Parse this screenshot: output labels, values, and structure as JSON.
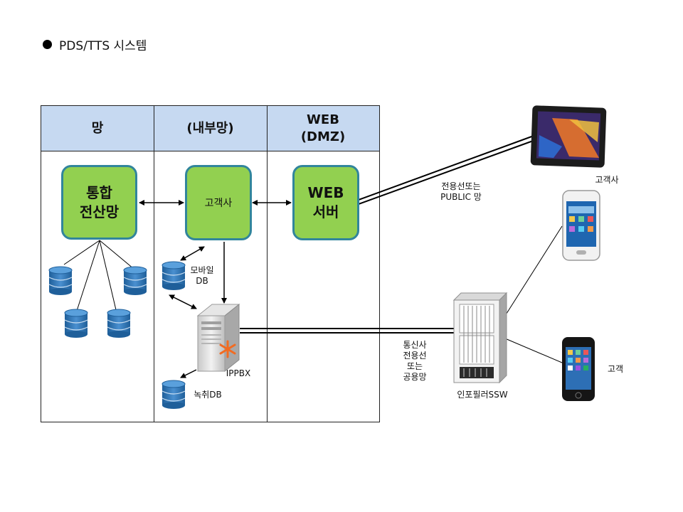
{
  "title": "PDS/TTS  시스템",
  "zones": [
    {
      "label": "망"
    },
    {
      "label": "(내부망)"
    },
    {
      "label": "WEB\n(DMZ)"
    }
  ],
  "nodes": {
    "integrated": "통합\n전산망",
    "customer_company": "고객사",
    "web_server": "WEB\n서버"
  },
  "labels": {
    "mobile_db": "모바일\nDB",
    "ippbx": "IPPBX",
    "recording_db": "녹취DB",
    "dedicated_public": "전용선또는\nPUBLIC 망",
    "carrier_line": "통신사\n전용선\n또는\n공용망",
    "infopillar": "인포필러SSW",
    "tablet_customer": "고객사",
    "phone_customer": "고객"
  },
  "colors": {
    "node_fill": "#92d050",
    "node_border": "#31859c",
    "zone_header": "#c6d9f1",
    "db_blue": "#2e75b6"
  }
}
